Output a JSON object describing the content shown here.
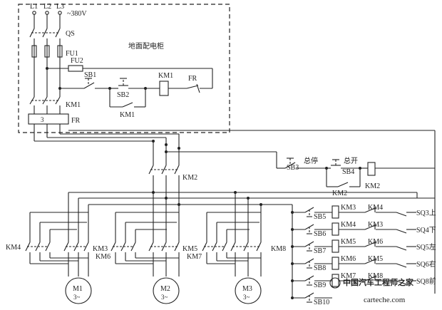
{
  "supply": {
    "lines": [
      "L1",
      "L2",
      "L3"
    ],
    "voltage": "~380V"
  },
  "cabinet": {
    "title": "地面配电柜",
    "isolator": "QS",
    "fuses_main": "FU1",
    "fuse_control": "FU2",
    "stop_button": "SB1",
    "start_button": "SB2",
    "coil": "KM1",
    "hold_contact": "KM1",
    "main_contactor": "KM1",
    "overload_contact": "FR",
    "overload_relay": "FR",
    "relay_marker": "3"
  },
  "master_control": {
    "stop_button": "SB3",
    "stop_label": "总停",
    "start_button": "SB4",
    "start_label": "总开",
    "hold_contact": "KM2",
    "coil": "KM2",
    "main_contactor": "KM2"
  },
  "motors": [
    {
      "name": "M1",
      "phase": "3~",
      "left_contactor": "KM4",
      "right_contactor": "KM3",
      "right_contactor_2": "KM6"
    },
    {
      "name": "M2",
      "phase": "3~",
      "left_contactor": "",
      "right_contactor": "KM5",
      "right_contactor_2": "KM7"
    },
    {
      "name": "M3",
      "phase": "3~",
      "left_contactor": "",
      "right_contactor": "KM8",
      "right_contactor_2": ""
    }
  ],
  "direction_rungs": [
    {
      "button": "SB5",
      "coil": "KM3",
      "interlock": "KM4",
      "limit": "SQ3上"
    },
    {
      "button": "SB6",
      "coil": "KM4",
      "interlock": "KM3",
      "limit": "SQ4下"
    },
    {
      "button": "SB7",
      "coil": "KM5",
      "interlock": "KM6",
      "limit": "SQ5左"
    },
    {
      "button": "SB8",
      "coil": "KM6",
      "interlock": "KM5",
      "limit": "SQ6右"
    },
    {
      "button": "SB9",
      "coil": "KM7",
      "interlock": "KM8",
      "limit": "SQ8前"
    },
    {
      "button": "SB10",
      "coil": "",
      "interlock": "",
      "limit": ""
    }
  ],
  "watermark": {
    "line1": "中国汽车工程师之家",
    "line2": "carteche.com"
  }
}
